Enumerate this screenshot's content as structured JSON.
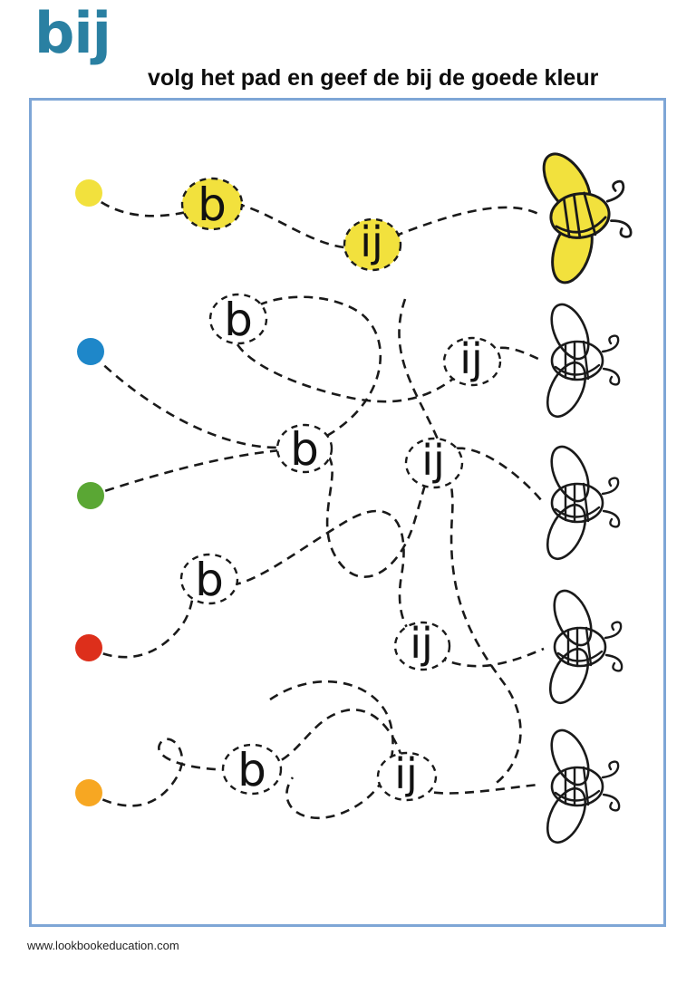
{
  "page": {
    "title": "bij",
    "instruction": "volg het pad en geef de bij de goede kleur",
    "footer": "www.lookbookeducation.com",
    "colors": {
      "title_text": "#2a80a2",
      "frame_border": "#7ea6d6",
      "path_stroke": "#1a1a1a"
    }
  },
  "puzzle": {
    "description": "5 colored start dots on the left, tangled dashed paths through letter circles (b, ij) leading to 5 bees on the right; top yellow row is the solved example",
    "rows": [
      {
        "color_name": "yellow",
        "dot_color": "#f2e13d",
        "b_label": "b",
        "ij_label": "ij",
        "circle_fill": "#f2e13d",
        "bee_fill": "#f2e13d",
        "solved_example": true
      },
      {
        "color_name": "blue",
        "dot_color": "#1e87c9",
        "b_label": "b",
        "ij_label": "ij",
        "circle_fill": "#ffffff",
        "bee_fill": "none",
        "solved_example": false
      },
      {
        "color_name": "green",
        "dot_color": "#5aa734",
        "b_label": "b",
        "ij_label": "ij",
        "circle_fill": "#ffffff",
        "bee_fill": "none",
        "solved_example": false
      },
      {
        "color_name": "red",
        "dot_color": "#dd2f1b",
        "b_label": "b",
        "ij_label": "ij",
        "circle_fill": "#ffffff",
        "bee_fill": "none",
        "solved_example": false
      },
      {
        "color_name": "orange",
        "dot_color": "#f7a722",
        "b_label": "b",
        "ij_label": "ij",
        "circle_fill": "#ffffff",
        "bee_fill": "none",
        "solved_example": false
      }
    ]
  }
}
